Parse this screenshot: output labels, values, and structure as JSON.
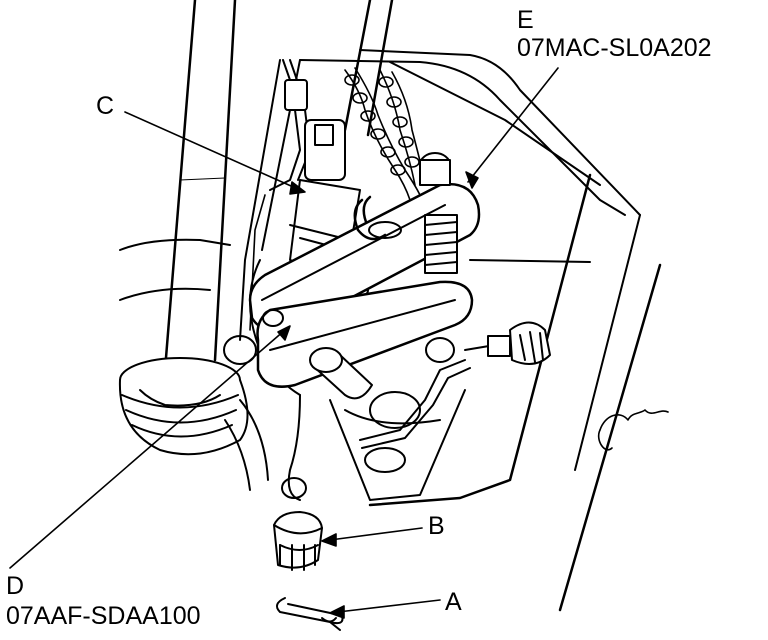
{
  "callouts": {
    "e": {
      "letter": "E",
      "part_number": "07MAC-SL0A202"
    },
    "c": {
      "letter": "C"
    },
    "b": {
      "letter": "B"
    },
    "a": {
      "letter": "A"
    },
    "d": {
      "letter": "D",
      "part_number": "07AAF-SDAA100"
    }
  },
  "colors": {
    "ink": "#000000",
    "paper": "#ffffff",
    "shade": "#d9d9d9"
  }
}
